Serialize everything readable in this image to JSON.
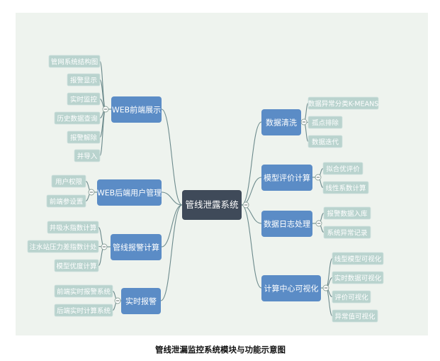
{
  "caption": "管线泄漏监控系统模块与功能示意图",
  "root": {
    "label": "管线泄露系统"
  },
  "left_branches": [
    {
      "label": "WEB前端展示",
      "children": [
        "管网系统结构图",
        "报警显示",
        "实时监控",
        "历史数据查询",
        "报警解除",
        "并导入"
      ]
    },
    {
      "label": "WEB后端用户管理",
      "children": [
        "用户权限",
        "前端参设置"
      ]
    },
    {
      "label": "管线报警计算",
      "children": [
        "井吸水指数计算",
        "注水站压力差指数计处",
        "模型优度计算"
      ]
    },
    {
      "label": "实时报警",
      "children": [
        "前端实时报警系统",
        "后端实时计算系统"
      ]
    }
  ],
  "right_branches": [
    {
      "label": "数据清洗",
      "children": [
        "数据异常分类K-MEANS",
        "孤点排除",
        "数据迭代"
      ]
    },
    {
      "label": "模型评价计算",
      "children": [
        "拟合优评价",
        "线性系数计算"
      ]
    },
    {
      "label": "数据日志处理",
      "children": [
        "报警数据入库",
        "系统异常记录"
      ]
    },
    {
      "label": "计算中心可视化",
      "children": [
        "线型模型可视化",
        "实时数据可视化",
        "评价可视化",
        "异常值可视化"
      ]
    }
  ],
  "colors": {
    "root": "#3f4a59",
    "main": "#5b8cc6",
    "leaf": "#b9d3ce",
    "background": "#eef3ee"
  }
}
